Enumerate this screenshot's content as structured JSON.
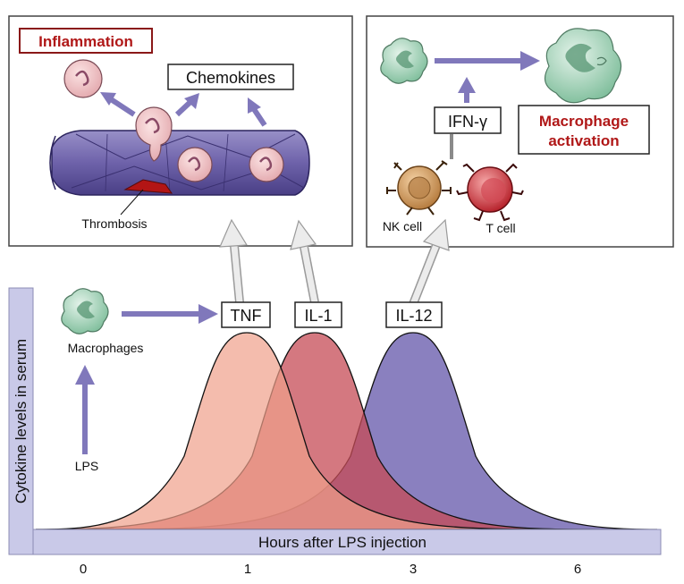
{
  "labels": {
    "inflammation": "Inflammation",
    "chemokines": "Chemokines",
    "thrombosis": "Thrombosis",
    "macrophage_activation_line1": "Macrophage",
    "macrophage_activation_line2": "activation",
    "ifn_gamma": "IFN-γ",
    "nk_cell": "NK cell",
    "t_cell": "T cell",
    "macrophages": "Macrophages",
    "lps": "LPS",
    "tnf": "TNF",
    "il1": "IL-1",
    "il12": "IL-12",
    "y_axis": "Cytokine levels in serum",
    "x_axis": "Hours after LPS injection"
  },
  "ticks": [
    "0",
    "1",
    "3",
    "6"
  ],
  "colors": {
    "tnf_curve": "#f0a08a",
    "il1_curve": "#c54b55",
    "il12_curve": "#8a80bf",
    "vessel": "#6e62aa",
    "arrow": "#8078bb",
    "grey_arrow": "#e2e2e2",
    "title_red": "#b01818",
    "axis_band": "#c9c9e8"
  }
}
